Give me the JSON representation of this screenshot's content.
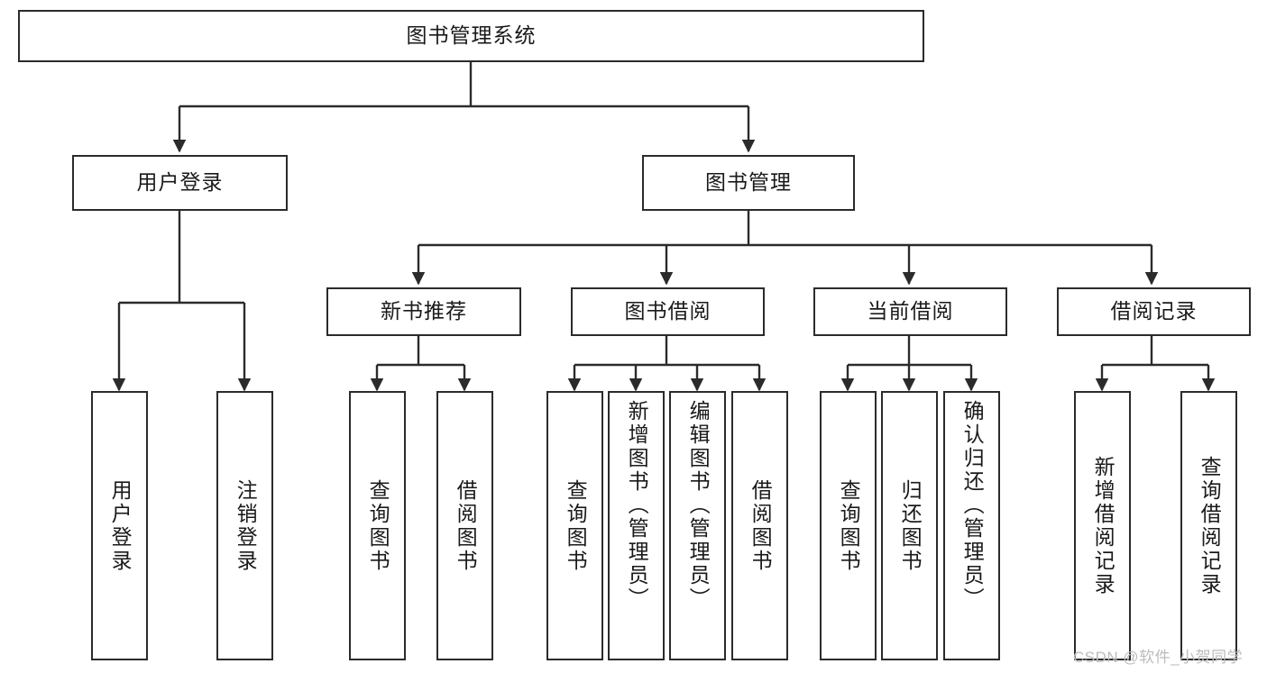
{
  "diagram": {
    "title": "图书管理系统",
    "type": "tree",
    "background_color": "#ffffff",
    "node_border_color": "#2b2b2b",
    "node_fill_color": "#ffffff",
    "text_color": "#1a1a1a",
    "watermark": "CSDN @软件_小贺同学",
    "watermark_color": "#bcbcbc"
  },
  "nodes": {
    "root": {
      "label": "图书管理系统",
      "level": 0,
      "orientation": "horizontal"
    },
    "l1": [
      {
        "id": "user_login",
        "label": "用户登录",
        "level": 1,
        "orientation": "horizontal"
      },
      {
        "id": "book_mgmt",
        "label": "图书管理",
        "level": 1,
        "orientation": "horizontal"
      }
    ],
    "l2": [
      {
        "id": "new_book_rec",
        "label": "新书推荐",
        "level": 2,
        "orientation": "horizontal",
        "parent": "book_mgmt"
      },
      {
        "id": "book_borrow",
        "label": "图书借阅",
        "level": 2,
        "orientation": "horizontal",
        "parent": "book_mgmt"
      },
      {
        "id": "current_borrow",
        "label": "当前借阅",
        "level": 2,
        "orientation": "horizontal",
        "parent": "book_mgmt"
      },
      {
        "id": "borrow_record",
        "label": "借阅记录",
        "level": 2,
        "orientation": "horizontal",
        "parent": "book_mgmt"
      }
    ],
    "leaves": [
      {
        "id": "leaf_user_login",
        "label": "用户登录",
        "parent": "user_login",
        "orientation": "vertical",
        "align": "center"
      },
      {
        "id": "leaf_logout",
        "label": "注销登录",
        "parent": "user_login",
        "orientation": "vertical",
        "align": "center"
      },
      {
        "id": "leaf_query_book_1",
        "label": "查询图书",
        "parent": "new_book_rec",
        "orientation": "vertical",
        "align": "center"
      },
      {
        "id": "leaf_borrow_book_1",
        "label": "借阅图书",
        "parent": "new_book_rec",
        "orientation": "vertical",
        "align": "center"
      },
      {
        "id": "leaf_query_book_2",
        "label": "查询图书",
        "parent": "book_borrow",
        "orientation": "vertical",
        "align": "center"
      },
      {
        "id": "leaf_add_book",
        "label": "新增图书（管理员）",
        "parent": "book_borrow",
        "orientation": "vertical",
        "align": "top"
      },
      {
        "id": "leaf_edit_book",
        "label": "编辑图书（管理员）",
        "parent": "book_borrow",
        "orientation": "vertical",
        "align": "top"
      },
      {
        "id": "leaf_borrow_book_2",
        "label": "借阅图书",
        "parent": "book_borrow",
        "orientation": "vertical",
        "align": "center"
      },
      {
        "id": "leaf_query_book_3",
        "label": "查询图书",
        "parent": "current_borrow",
        "orientation": "vertical",
        "align": "center"
      },
      {
        "id": "leaf_return_book",
        "label": "归还图书",
        "parent": "current_borrow",
        "orientation": "vertical",
        "align": "center"
      },
      {
        "id": "leaf_confirm_return",
        "label": "确认归还（管理员）",
        "parent": "current_borrow",
        "orientation": "vertical",
        "align": "top"
      },
      {
        "id": "leaf_add_record",
        "label": "新增借阅记录",
        "parent": "borrow_record",
        "orientation": "vertical",
        "align": "center"
      },
      {
        "id": "leaf_query_record",
        "label": "查询借阅记录",
        "parent": "borrow_record",
        "orientation": "vertical",
        "align": "center"
      }
    ]
  }
}
